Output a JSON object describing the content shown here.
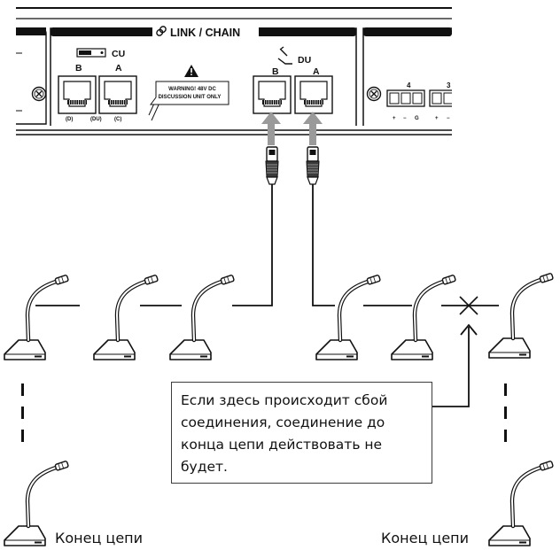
{
  "panel": {
    "section_title": "LINK / CHAIN",
    "cu_label": "CU",
    "du_label": "DU",
    "port_b": "B",
    "port_a": "A",
    "cu_sublabels": [
      "(D)",
      "(DU)",
      "(C)"
    ],
    "warning_line1": "WARNING! 48V DC",
    "warning_line2": "DISCUSSION UNIT ONLY",
    "terminal_4": "4",
    "terminal_3": "3",
    "terminal_signs": [
      "+",
      "−",
      "G",
      "+",
      "−"
    ]
  },
  "callout_text": "Если здесь происходит сбой соединения, соединение до конца цепи действовать не будет.",
  "end_label_left": "Конец цепи",
  "end_label_right": "Конец цепи",
  "icons": [
    "link-icon",
    "warning-icon",
    "cu-device-icon",
    "du-microphone-icon",
    "screw-icon",
    "break-cross-icon"
  ]
}
